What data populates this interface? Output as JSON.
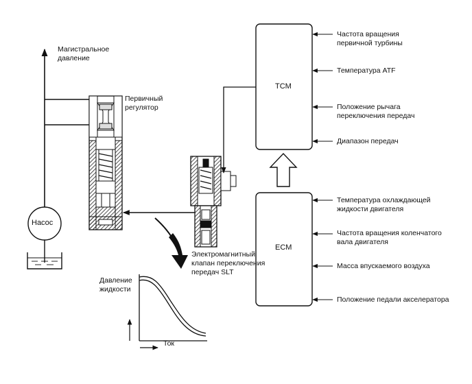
{
  "labels": {
    "line_pressure": "Магистральное\nдавление",
    "primary_regulator": "Первичный\nрегулятор",
    "pump": "Насос",
    "solenoid_valve": "Электромагнитный\nклапан переключения\nпередач SLT",
    "fluid_pressure": "Давление\nжидкости",
    "current": "Ток"
  },
  "tcm": {
    "label": "TCM",
    "inputs": [
      "Частота вращения\nпервичной турбины",
      "Температура ATF",
      "Положение рычага\nпереключения передач",
      "Диапазон передач"
    ]
  },
  "ecm": {
    "label": "ECM",
    "inputs": [
      "Температура охлаждающей\nжидкости двигателя",
      "Частота вращения коленчатого\nвала двигателя",
      "Масса впускаемого воздуха",
      "Положение педали акселератора"
    ]
  }
}
